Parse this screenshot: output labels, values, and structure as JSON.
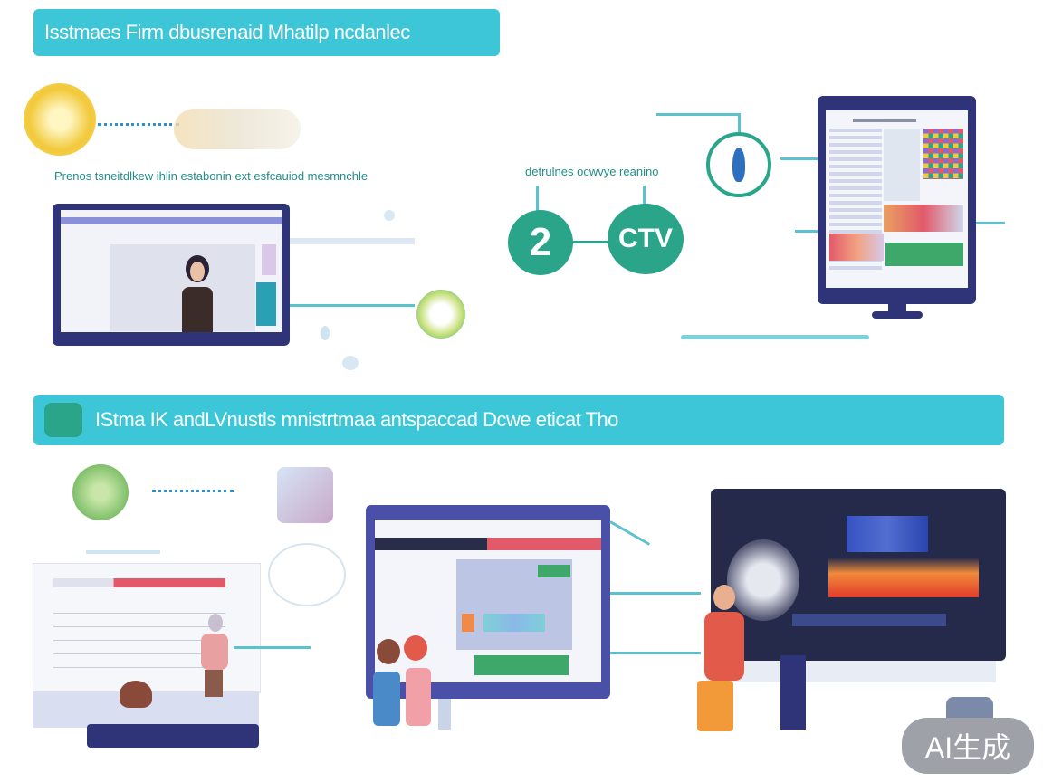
{
  "banners": {
    "top_title": "Isstmaes Firm dbusrenaid Mhatilp  ncdanlec",
    "middle_title": "IStma IK andLVnustls  mnistrtmaa antspaccad Dcwe eticat  Tho"
  },
  "captions": {
    "left_caption": "Prenos tsneitdlkew ihlin estabonin ext esfcauiod mesmnchle",
    "middle_caption": "detrulnes ocwvye reanino"
  },
  "steps": {
    "step_two_label": "2",
    "step_three_label": "CTV"
  },
  "watermark": "AI生成",
  "colors": {
    "banner": "#3cc6d8",
    "teal": "#2aa58a",
    "navy": "#2f3478",
    "yellow": "#f2c93a",
    "green": "#7fbf6a",
    "red": "#e25a6a"
  },
  "icons": [
    "sun-icon",
    "leaf-icon",
    "chat-bubble-icon",
    "pen-icon",
    "person-icon",
    "monitor-icon"
  ]
}
